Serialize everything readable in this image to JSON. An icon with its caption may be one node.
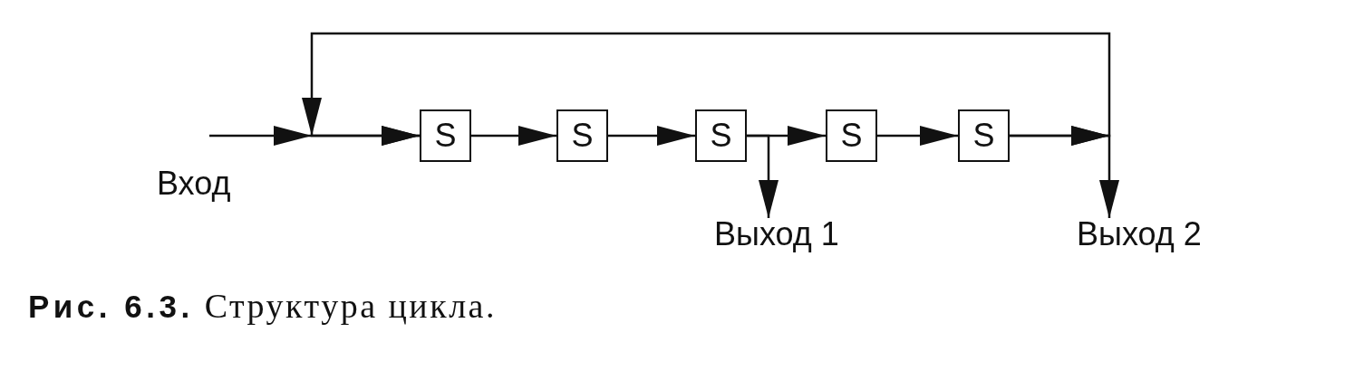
{
  "diagram": {
    "caption": "**Рис. 6.3.** Структура цикла.",
    "nodes": [
      {
        "text": [
          "S"
        ]
      },
      {
        "text": [
          "S"
        ]
      },
      {
        "text": [
          "S"
        ]
      },
      {
        "text": [
          "S"
        ]
      },
      {
        "text": [
          "S"
        ]
      },
      {
        "text": [
          "Выход 1"
        ]
      },
      {
        "text": [
          "Выход 2"
        ]
      }
    ],
    "edges": [
      {
        "from": null,
        "to": 0,
        "arrow": "to"
      },
      {
        "from": 0,
        "to": 1,
        "arrow": "to"
      },
      {
        "from": 1,
        "to": 2,
        "arrow": "to"
      },
      {
        "from": 2,
        "to": 3,
        "arrow": "to"
      },
      {
        "from": 2,
        "to": 5,
        "arrow": "to"
      },
      {
        "from": 3,
        "to": 4,
        "arrow": "to"
      },
      {
        "from": 4,
        "to": 6,
        "arrow": "to"
      },
      {
        "from": 4,
        "to": 0,
        "arrow": "to"
      }
    ],
    "labels": [
      "Вход"
    ]
  }
}
